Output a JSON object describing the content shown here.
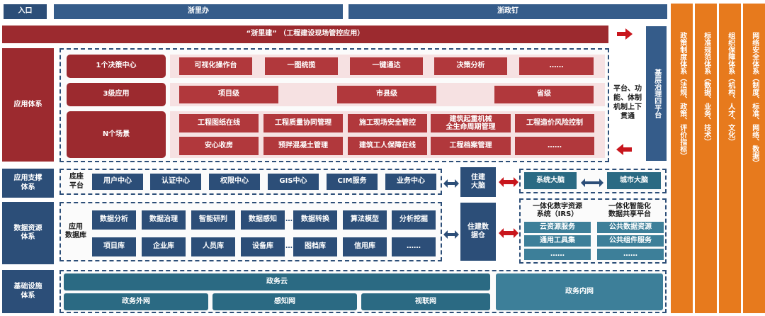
{
  "header": {
    "entry": "入口",
    "zheliban": "浙里办",
    "zhengding": "浙政钉",
    "banner": "“浙里建” （工程建设现场管控应用）"
  },
  "side_columns": [
    "政策制度体系（法规、政策、评价指标）",
    "标准规范体系（数据、业务、技术）",
    "组织保障体系（机构、人才、文化）",
    "网络安全体系（制度、标准、网络、数据）"
  ],
  "governance": {
    "title": "基层治理四平台",
    "through": "平台、功能、体制机制上下贯通"
  },
  "app_system": {
    "label": "应用体系",
    "row1": {
      "name": "1个决策中心",
      "items": [
        "可视化操作台",
        "一图统揽",
        "一键通达",
        "决策分析",
        "……"
      ]
    },
    "row2": {
      "name": "3级应用",
      "items": [
        "项目级",
        "市县级",
        "省级"
      ]
    },
    "row3": {
      "name": "N个场景",
      "items_top": [
        "工程图纸在线",
        "工程质量协同管理",
        "施工现场安全管控",
        "建筑起重机械\n全生命周期管理",
        "工程造价风险控制"
      ],
      "items_bottom": [
        "安心收房",
        "预拌混凝土管理",
        "建筑工人保障在线",
        "工程档案管理",
        "……"
      ]
    }
  },
  "support_system": {
    "label": "应用支撑\n体系",
    "base": "底座\n平台",
    "items": [
      "用户中心",
      "认证中心",
      "权限中心",
      "GIS中心",
      "CIM服务",
      "业务中心"
    ],
    "brain": "住建\n大脑",
    "system_brain": "系统大脑",
    "city_brain": "城市大脑"
  },
  "data_system": {
    "label": "数据资源\n体系",
    "app_db": "应用\n数据库",
    "row1": [
      "数据分析",
      "数据治理",
      "智能研判",
      "数据感知",
      "数据转换",
      "算法模型",
      "分析挖掘"
    ],
    "row2": [
      "项目库",
      "企业库",
      "人员库",
      "设备库",
      "图档库",
      "信用库",
      "……"
    ],
    "warehouse": "住建数\n据仓",
    "irs_title": "一体化数字资源\n系统（IRS）",
    "irs_items": [
      "云资源服务",
      "通用工具集",
      "……"
    ],
    "share_title": "一体化智能化\n数据共享平台",
    "share_items": [
      "公共数据资源",
      "公共组件服务",
      "……"
    ],
    "dots": "…"
  },
  "infra": {
    "label": "基础设施\n体系",
    "cloud": "政务云",
    "outer": "政务外网",
    "sense": "感知网",
    "video": "视联网",
    "inner": "政务内网"
  }
}
